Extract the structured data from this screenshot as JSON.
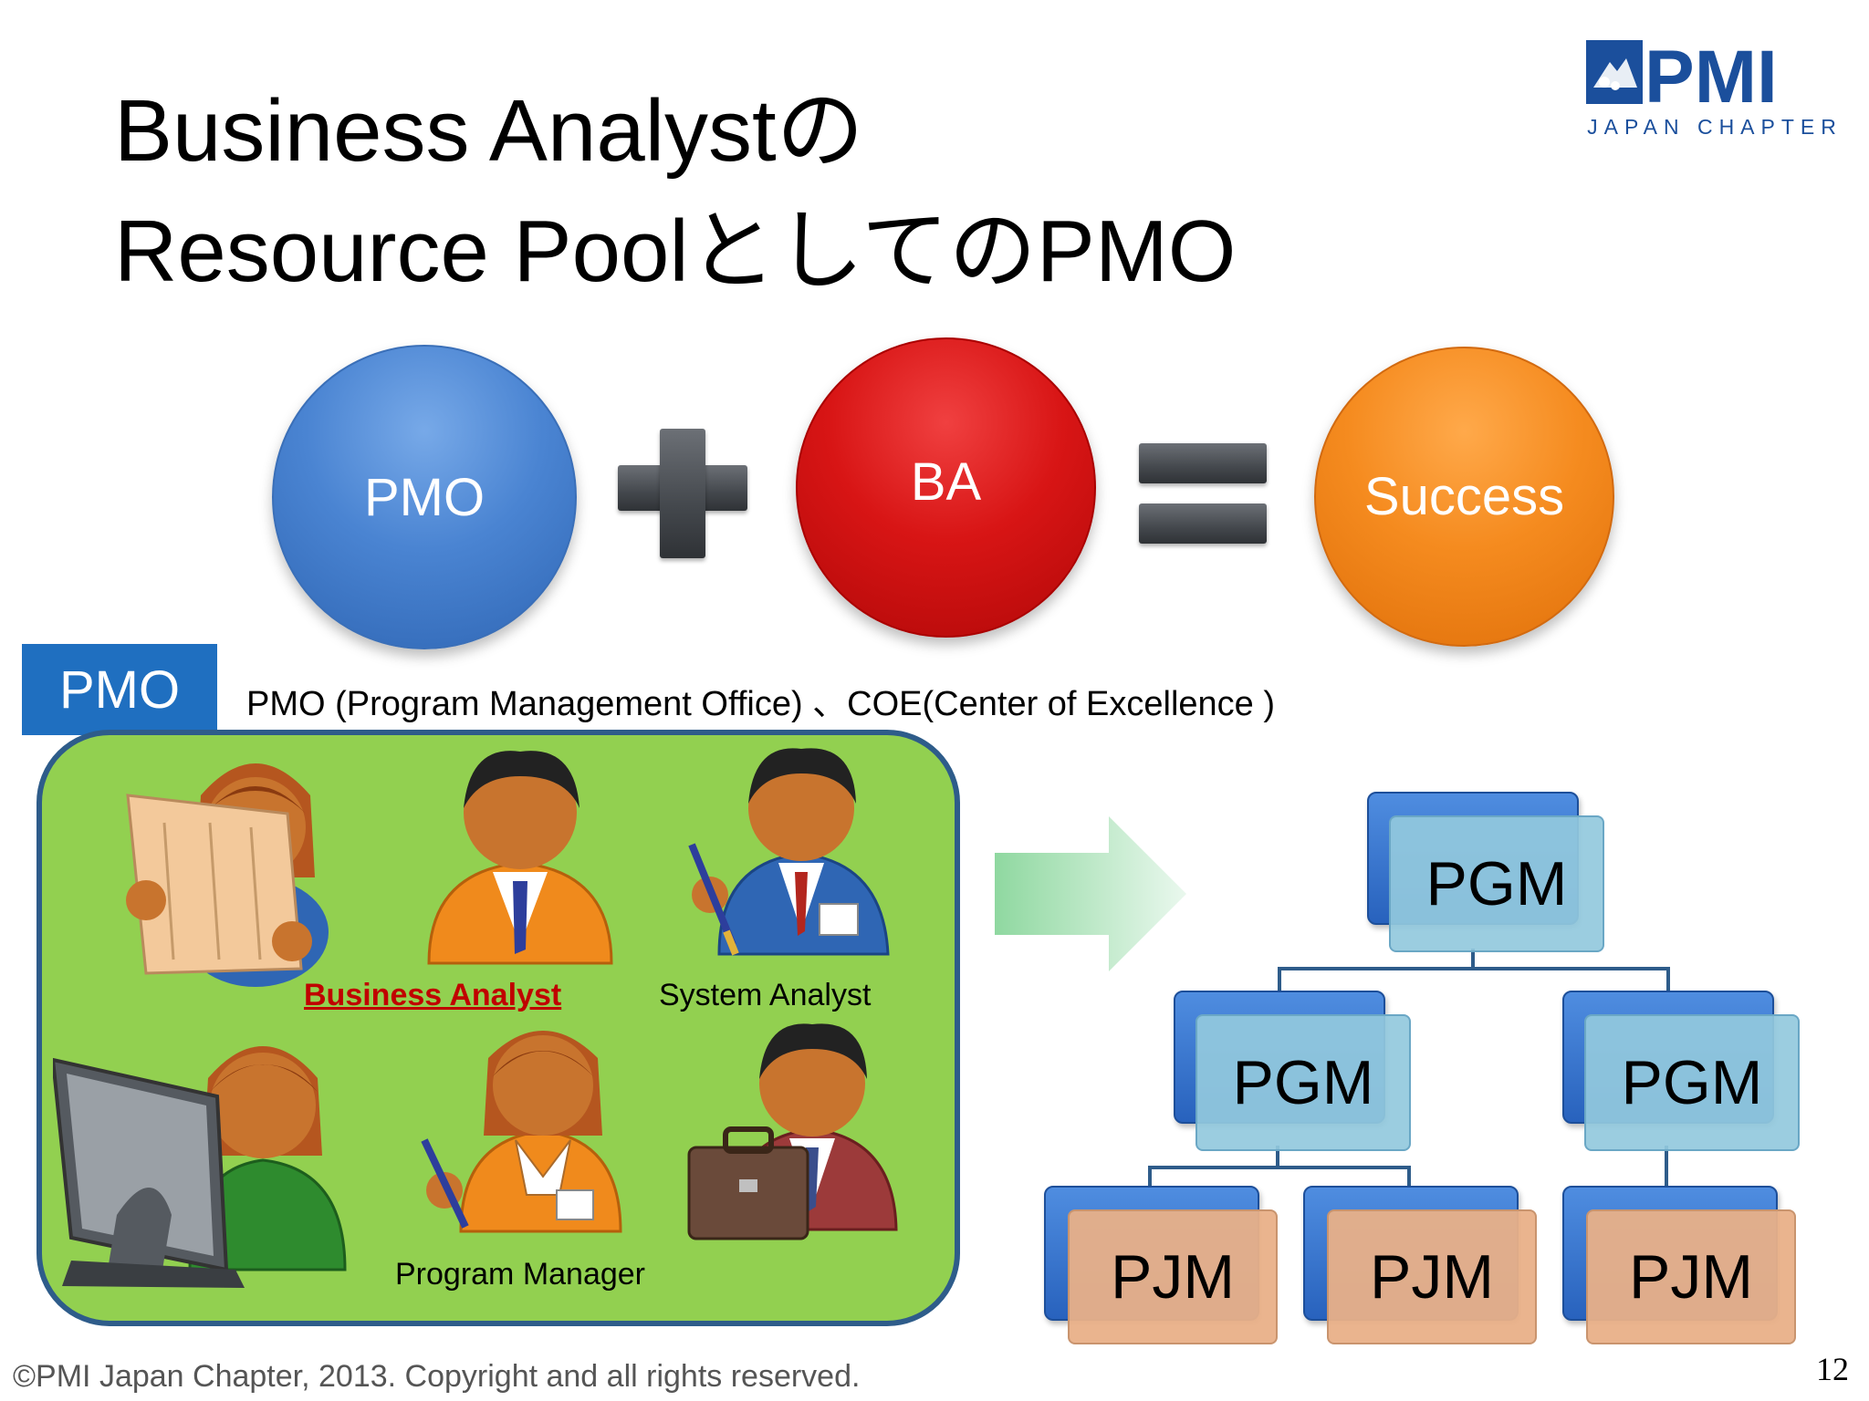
{
  "title": {
    "line1": "Business Analystの",
    "line2": "Resource PoolとしてのPMO"
  },
  "logo": {
    "mark": "PMI",
    "subtitle": "JAPAN CHAPTER"
  },
  "equation": {
    "left": "PMO",
    "middle": "BA",
    "result": "Success",
    "colors": {
      "left": "#4a84d2",
      "middle": "#d81515",
      "result": "#f58b1f"
    }
  },
  "pmo_section": {
    "tag": "PMO",
    "description": "PMO (Program  Management Office) 、COE(Center of Excellence )"
  },
  "resource_pool": {
    "business_analyst": "Business Analyst",
    "system_analyst": "System Analyst",
    "program_manager": "Program Manager"
  },
  "org_chart": {
    "top": "PGM",
    "mid_left": "PGM",
    "mid_right": "PGM",
    "bottom_1": "PJM",
    "bottom_2": "PJM",
    "bottom_3": "PJM"
  },
  "footer": {
    "copyright": "©PMI Japan Chapter, 2013. Copyright and all rights reserved.",
    "page": "12"
  }
}
